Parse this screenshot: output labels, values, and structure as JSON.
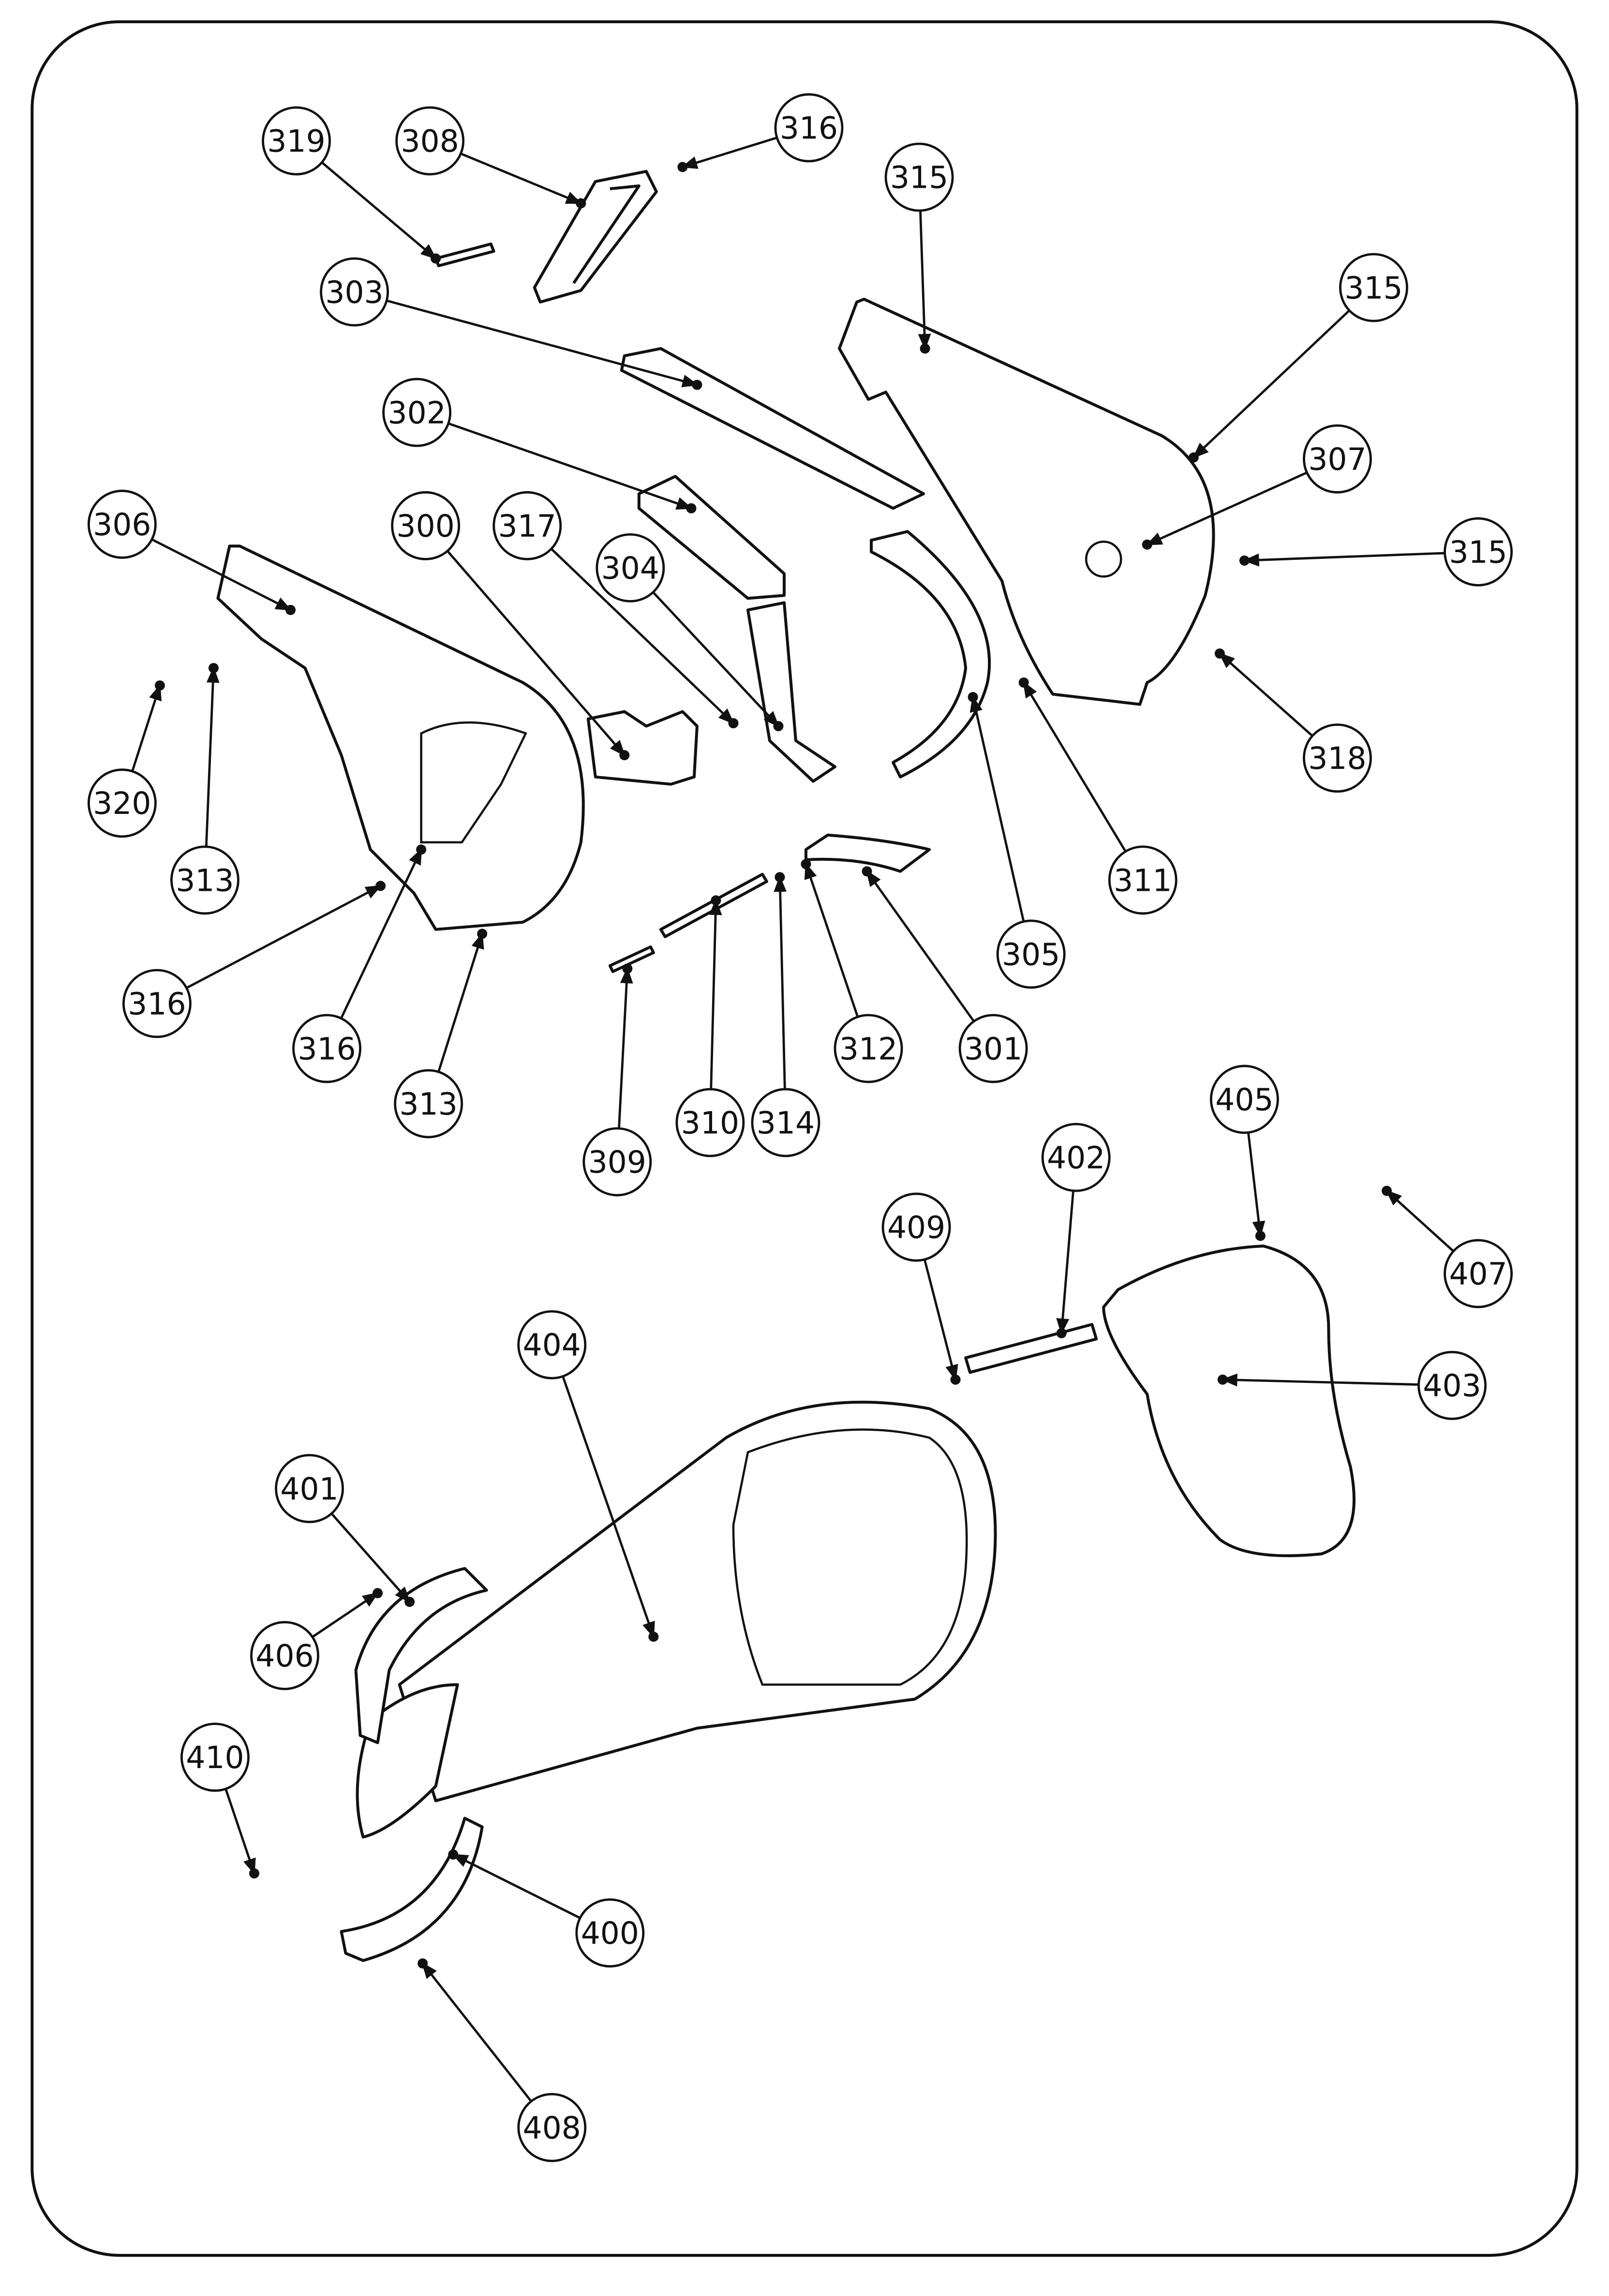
{
  "title": "Exploded parts diagram",
  "callouts": [
    {
      "number": "319"
    },
    {
      "number": "308"
    },
    {
      "number": "316"
    },
    {
      "number": "315"
    },
    {
      "number": "315"
    },
    {
      "number": "303"
    },
    {
      "number": "307"
    },
    {
      "number": "302"
    },
    {
      "number": "315"
    },
    {
      "number": "306"
    },
    {
      "number": "300"
    },
    {
      "number": "317"
    },
    {
      "number": "304"
    },
    {
      "number": "318"
    },
    {
      "number": "320"
    },
    {
      "number": "313"
    },
    {
      "number": "311"
    },
    {
      "number": "305"
    },
    {
      "number": "316"
    },
    {
      "number": "316"
    },
    {
      "number": "312"
    },
    {
      "number": "301"
    },
    {
      "number": "313"
    },
    {
      "number": "310"
    },
    {
      "number": "314"
    },
    {
      "number": "309"
    },
    {
      "number": "405"
    },
    {
      "number": "402"
    },
    {
      "number": "409"
    },
    {
      "number": "407"
    },
    {
      "number": "404"
    },
    {
      "number": "403"
    },
    {
      "number": "401"
    },
    {
      "number": "406"
    },
    {
      "number": "410"
    },
    {
      "number": "400"
    },
    {
      "number": "408"
    }
  ],
  "colors": {
    "line": "#111111",
    "background": "#ffffff"
  }
}
